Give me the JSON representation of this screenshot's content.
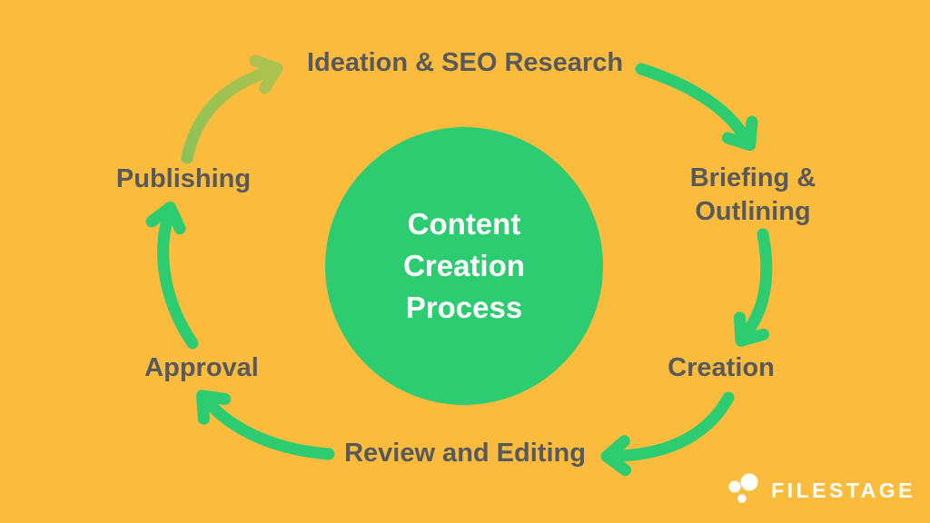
{
  "canvas": {
    "background_color": "#FBBC3E"
  },
  "diagram": {
    "center": {
      "title": "Content Creation Process",
      "title_lines": [
        "Content",
        "Creation",
        "Process"
      ],
      "circle_color": "#2ECC71",
      "text_color": "#FFFFFF"
    },
    "label_color": "#58595B",
    "arrow_color_green": "#2ECC71",
    "arrow_color_lime": "#A9C351",
    "steps": [
      {
        "label": "Ideation & SEO Research"
      },
      {
        "label": "Briefing & Outlining"
      },
      {
        "label": "Creation"
      },
      {
        "label": "Review and Editing"
      },
      {
        "label": "Approval"
      },
      {
        "label": "Publishing"
      }
    ],
    "flow": "circular-clockwise"
  },
  "branding": {
    "logo_text": "FILESTAGE",
    "logo_color": "#FFFFFF",
    "logo_mark": "three-circles-cluster"
  }
}
